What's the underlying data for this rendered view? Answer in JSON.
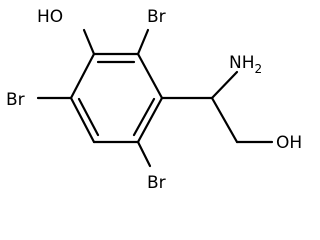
{
  "molecule": {
    "atoms": {
      "hydroxyl_top": "HO",
      "bromo_top": "Br",
      "bromo_left": "Br",
      "bromo_bottom": "Br",
      "amino": "NH",
      "amino_subscript": "2",
      "hydroxyl_side": "OH"
    }
  }
}
